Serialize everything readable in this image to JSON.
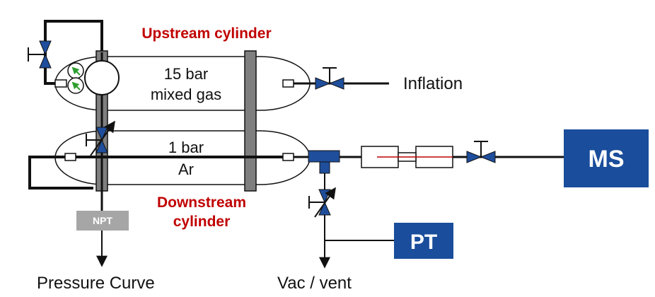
{
  "labels": {
    "upstream": "Upstream cylinder",
    "upstream_inner_line1": "15 bar",
    "upstream_inner_line2": "mixed gas",
    "downstream_inner_line1": "1 bar",
    "downstream_inner_line2": "Ar",
    "downstream_line1": "Downstream",
    "downstream_line2": "cylinder",
    "inflation": "Inflation",
    "pressure_curve": "Pressure Curve",
    "vac_vent": "Vac / vent"
  },
  "boxes": {
    "ms": "MS",
    "pt": "PT",
    "npt": "NPT"
  },
  "colors": {
    "valve_blue": "#1f4e9c",
    "box_blue": "#1a4d9b",
    "cylinder_bar": "#7f7f7f",
    "npt_gray": "#a6a6a6",
    "title_red": "#c00000",
    "arrow_green": "#2e9e2e",
    "flow_line_red": "#c00000"
  },
  "icons": [
    "valve-icon",
    "needle-valve-icon",
    "four-way-valve-icon",
    "tee-fitting-icon",
    "arrow-down-icon"
  ]
}
